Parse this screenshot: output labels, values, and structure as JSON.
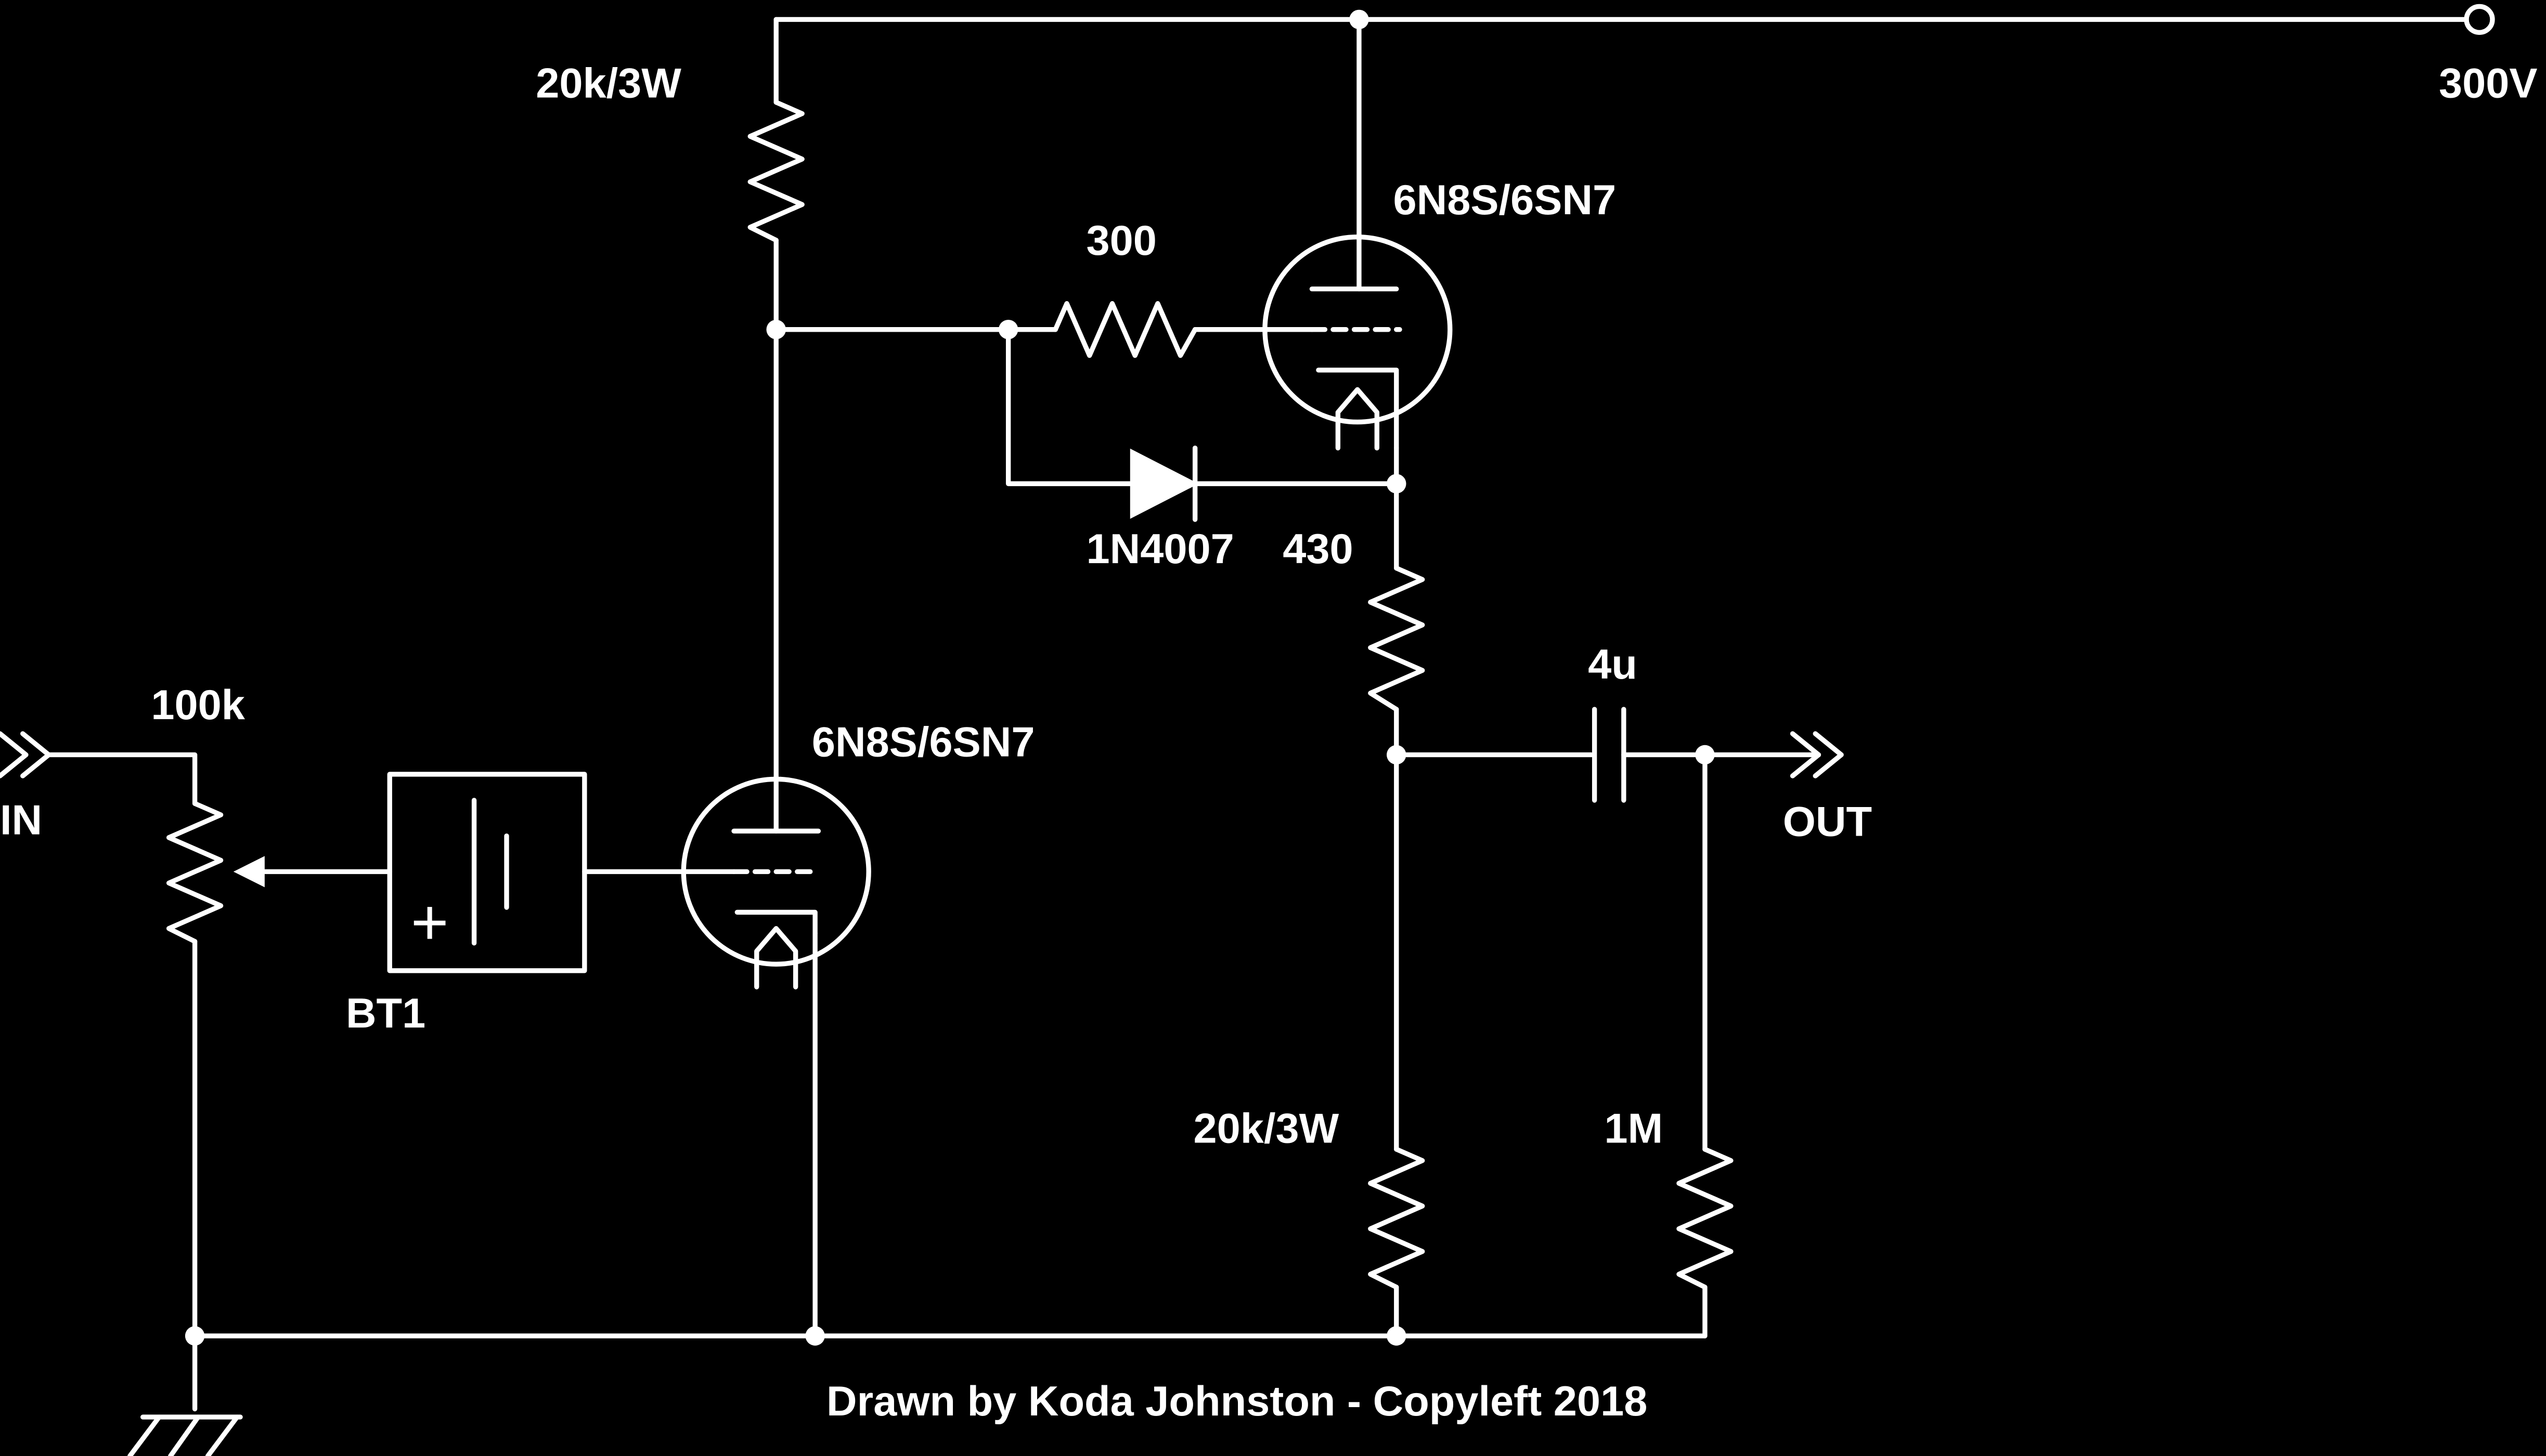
{
  "labels": {
    "supply": "300V",
    "r_top": "20k/3W",
    "r_grid": "300",
    "tube_upper": "6N8S/6SN7",
    "diode": "1N4007",
    "r_cathode": "430",
    "cap": "4u",
    "output": "OUT",
    "input": "IN",
    "pot": "100k",
    "tube_lower": "6N8S/6SN7",
    "battery": "BT1",
    "battery_sign": "+",
    "r_load": "20k/3W",
    "r_leak": "1M",
    "credit": "Drawn by Koda Johnston - Copyleft 2018"
  },
  "colors": {
    "background": "#000000",
    "ink": "#ffffff"
  }
}
